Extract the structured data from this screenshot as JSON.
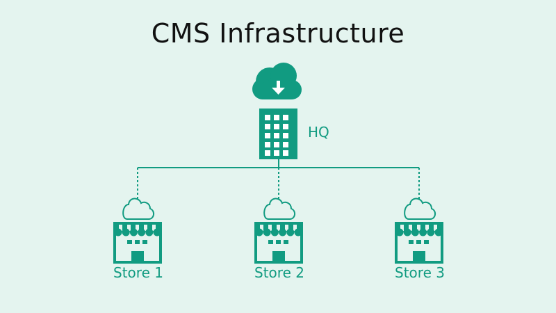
{
  "title": "CMS Infrastructure",
  "hq": {
    "label": "HQ"
  },
  "stores": [
    {
      "label": "Store 1"
    },
    {
      "label": "Store 2"
    },
    {
      "label": "Store 3"
    }
  ],
  "colors": {
    "background": "#e4f4ef",
    "accent": "#119b81",
    "title": "#111111"
  }
}
